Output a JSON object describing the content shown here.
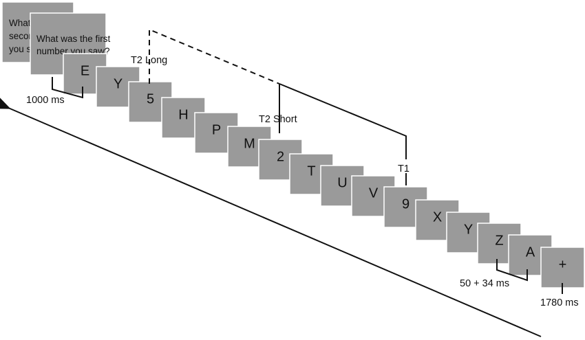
{
  "questions": [
    {
      "lines": [
        "What was the",
        "second number",
        "you saw?"
      ]
    },
    {
      "lines": [
        "What was the first",
        "number you saw?"
      ]
    }
  ],
  "stimuli": [
    "E",
    "Y",
    "5",
    "H",
    "P",
    "M",
    "2",
    "T",
    "U",
    "V",
    "9",
    "X",
    "Y",
    "Z",
    "A",
    "+"
  ],
  "labels": {
    "t2_long": "T2 Long",
    "t2_short": "T2 Short",
    "t1": "T1",
    "duration_question": "1000 ms",
    "duration_stimulus": "50 + 34 ms",
    "duration_fixation": "1780 ms"
  },
  "colors": {
    "frame": "#9a9a9a",
    "text": "#111111",
    "line": "#111111"
  }
}
